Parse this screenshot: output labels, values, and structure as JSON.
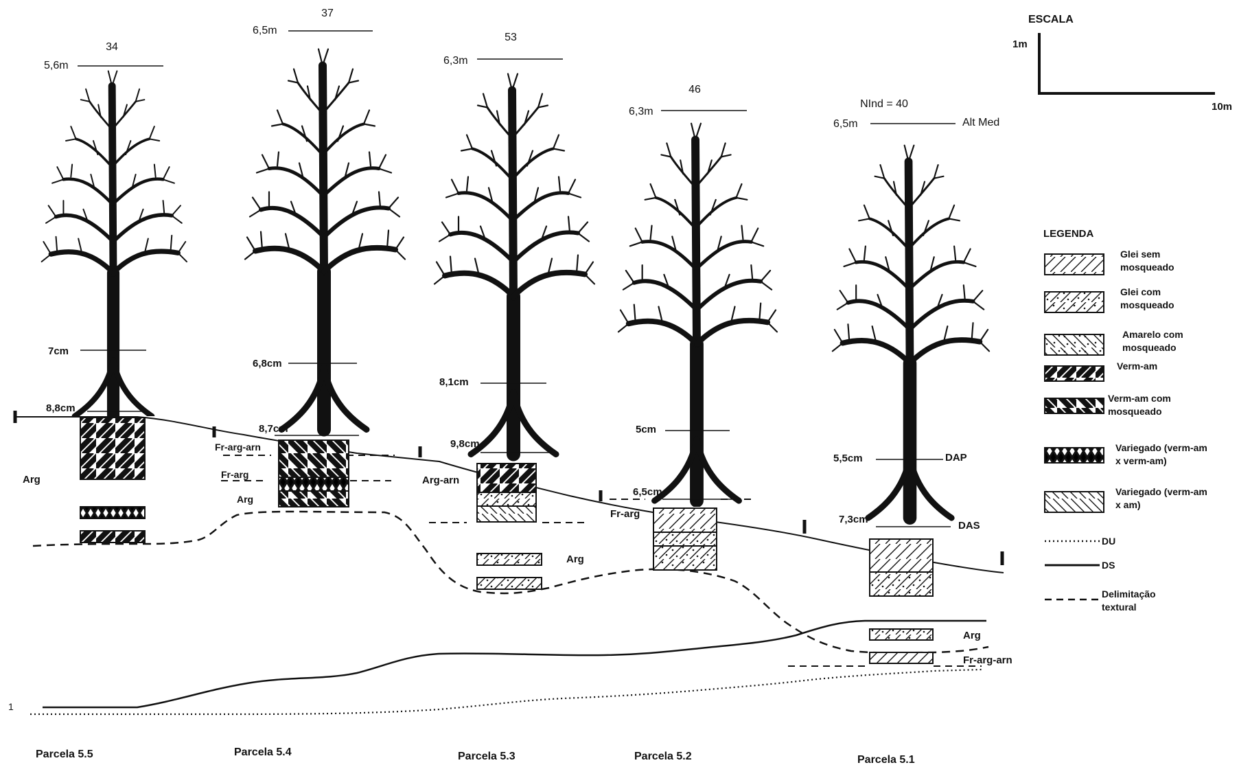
{
  "parcels": [
    {
      "label": "Parcela 5.5",
      "n_ind": "34",
      "alt_med": "5,6m",
      "dap": "7cm",
      "das": "8,8cm",
      "textures": [
        "Arg"
      ]
    },
    {
      "label": "Parcela 5.4",
      "n_ind": "37",
      "alt_med": "6,5m",
      "dap": "6,8cm",
      "das": "8,7cm",
      "textures": [
        "Fr-arg-arn",
        "Fr-arg",
        "Arg"
      ]
    },
    {
      "label": "Parcela 5.3",
      "n_ind": "53",
      "alt_med": "6,3m",
      "dap": "8,1cm",
      "das": "9,8cm",
      "textures": [
        "Arg-arn",
        "Arg"
      ]
    },
    {
      "label": "Parcela 5.2",
      "n_ind": "46",
      "alt_med": "6,3m",
      "dap": "5cm",
      "das": "6,5cm",
      "textures": [
        "Fr-arg"
      ]
    },
    {
      "label": "Parcela 5.1",
      "n_ind": "NInd = 40",
      "alt_med": "6,5m",
      "dap": "5,5cm",
      "das": "7,3cm",
      "textures": [
        "Arg",
        "Fr-arg-arn"
      ]
    }
  ],
  "annotations": {
    "alt_med": "Alt Med",
    "dap": "DAP",
    "das": "DAS",
    "axis_mark": "1"
  },
  "scale": {
    "title": "ESCALA",
    "vertical": "1m",
    "horizontal": "10m"
  },
  "legend": {
    "title": "LEGENDA",
    "items": [
      {
        "pattern": "glei",
        "label": [
          "Glei sem",
          "mosqueado"
        ]
      },
      {
        "pattern": "glei-mosq",
        "label": [
          "Glei com",
          "mosqueado"
        ]
      },
      {
        "pattern": "amarelo-mosq",
        "label": [
          "Amarelo com",
          "mosqueado"
        ]
      },
      {
        "pattern": "verm-am",
        "label": [
          "Verm-am"
        ]
      },
      {
        "pattern": "verm-am-mosq",
        "label": [
          "Verm-am com",
          "mosqueado"
        ]
      },
      {
        "pattern": "variegado-vv",
        "label": [
          "Variegado (verm-am",
          "x verm-am)"
        ]
      },
      {
        "pattern": "variegado-va",
        "label": [
          "Variegado (verm-am",
          "x am)"
        ]
      }
    ],
    "lines": [
      {
        "style": "dotted",
        "label": [
          "DU"
        ]
      },
      {
        "style": "solid",
        "label": [
          "DS"
        ]
      },
      {
        "style": "dashed",
        "label": [
          "Delimitação",
          "textural"
        ]
      }
    ]
  }
}
